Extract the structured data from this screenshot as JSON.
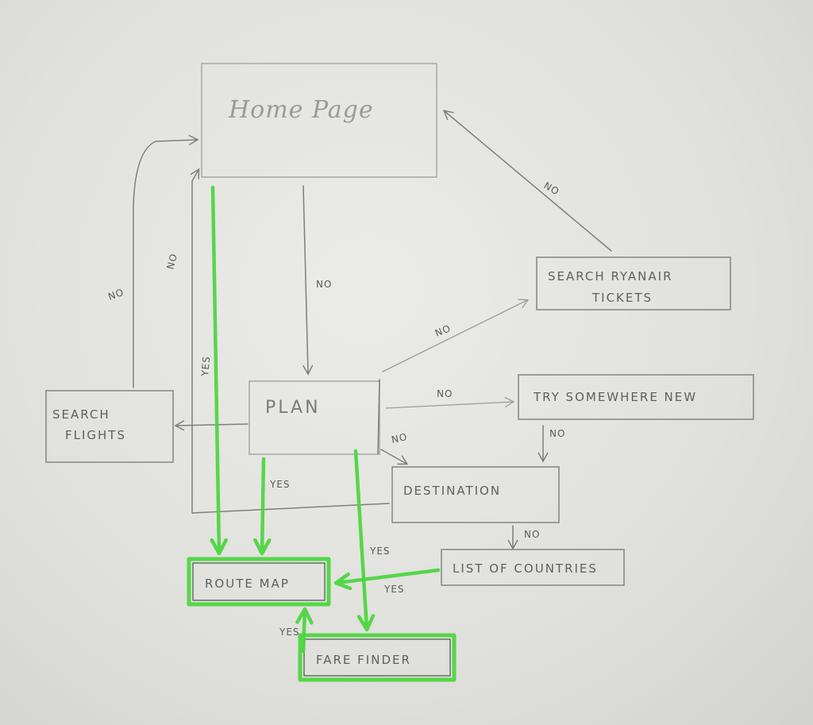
{
  "nodes": {
    "home_page": "Home Page",
    "search_ryanair_tickets_line1": "SEARCH RYANAIR",
    "search_ryanair_tickets_line2": "TICKETS",
    "plan": "PLAN",
    "search_flights_line1": "SEARCH",
    "search_flights_line2": "FLIGHTS",
    "try_somewhere_new": "TRY SOMEWHERE NEW",
    "destination": "DESTINATION",
    "list_of_countries": "LIST OF COUNTRIES",
    "route_map": "ROUTE MAP",
    "fare_finder": "FARE FINDER"
  },
  "edges": {
    "ryanair_to_home": "NO",
    "search_flights_to_home": "NO",
    "destination_to_home": "NO",
    "home_to_plan": "NO",
    "home_to_route_map": "YES",
    "plan_to_ryanair": "NO",
    "plan_to_try_new": "NO",
    "plan_to_destination": "NO",
    "try_new_to_destination": "NO",
    "plan_to_route_map": "YES",
    "plan_to_fare_finder": "YES",
    "destination_to_countries": "NO",
    "countries_to_route_map": "YES",
    "fare_finder_to_route_map": "YES"
  },
  "colors": {
    "highlight": "#49d63c",
    "pencil": "#7e7e7a",
    "paper": "#e6e6e3"
  }
}
